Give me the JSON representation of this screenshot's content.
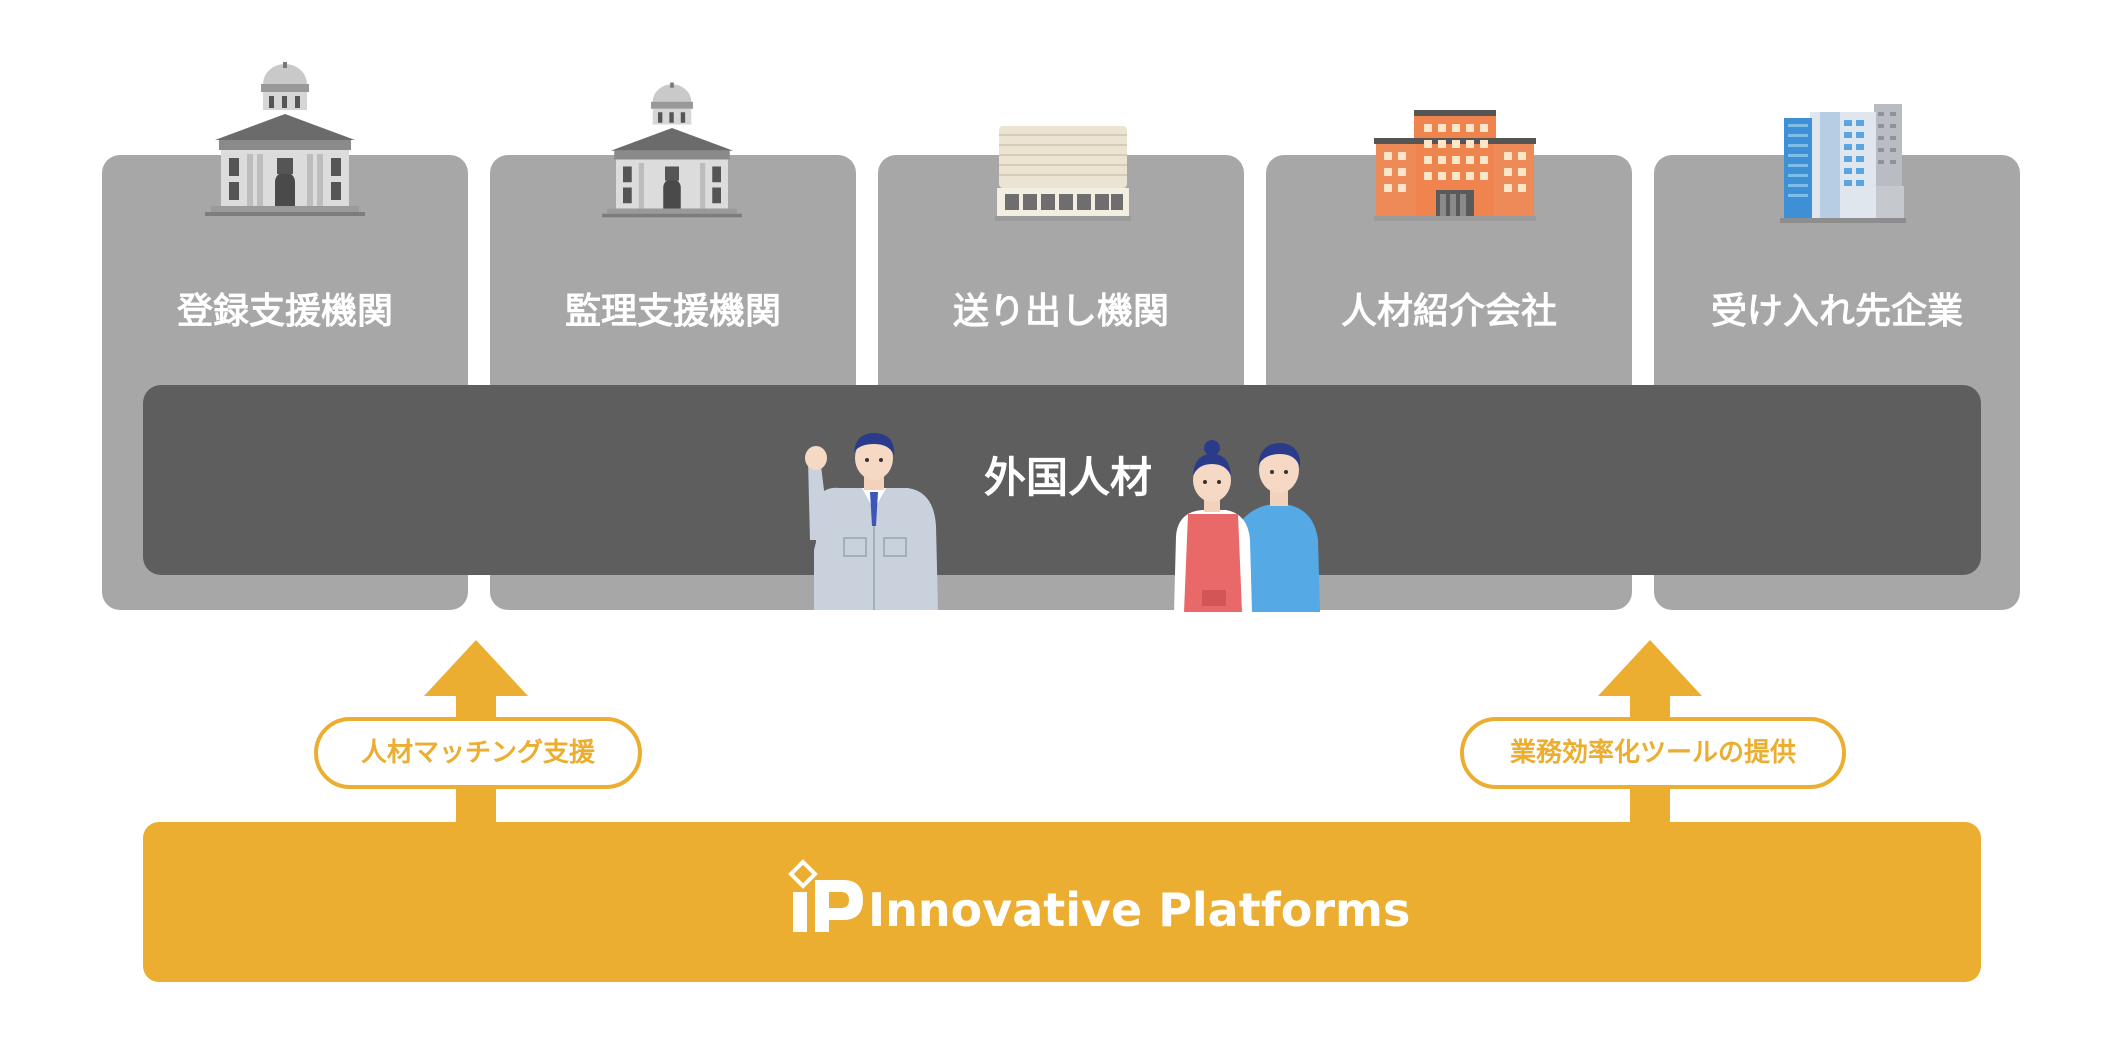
{
  "organizations": [
    {
      "label": "登録支援機関",
      "icon": "government-building-icon"
    },
    {
      "label": "監理支援機関",
      "icon": "government-building-icon"
    },
    {
      "label": "送り出し機関",
      "icon": "low-building-icon"
    },
    {
      "label": "人材紹介会社",
      "icon": "office-building-icon"
    },
    {
      "label": "受け入れ先企業",
      "icon": "skyscrapers-icon"
    }
  ],
  "center_band": {
    "label": "外国人材"
  },
  "supports": {
    "left": "人材マッチング支援",
    "right": "業務効率化ツールの提供"
  },
  "platform": {
    "name": "Innovative Platforms"
  },
  "colors": {
    "column_gray": "#a7a7a7",
    "band_dark": "#5e5e5e",
    "accent_orange": "#ebae30"
  }
}
